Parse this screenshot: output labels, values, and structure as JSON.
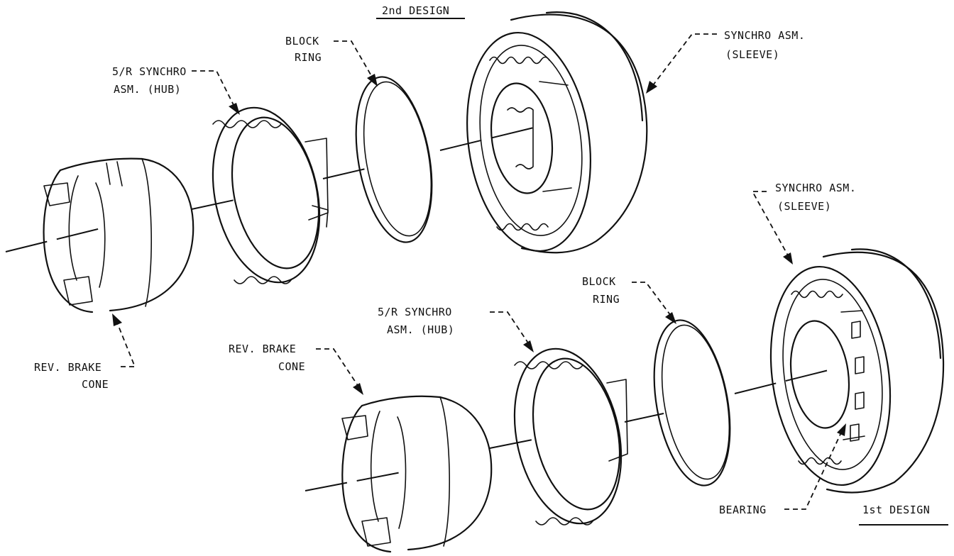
{
  "labels": {
    "design_2": "2nd DESIGN",
    "block_ring_top_1": "BLOCK",
    "block_ring_top_2": "RING",
    "synchro_sleeve_top_1": "SYNCHRO ASM.",
    "synchro_sleeve_top_2": "(SLEEVE)",
    "hub_top_1": "5/R SYNCHRO",
    "hub_top_2": "ASM. (HUB)",
    "brake_cone_top_1": "REV. BRAKE",
    "brake_cone_top_2": "CONE",
    "synchro_sleeve_bottom_1": "SYNCHRO ASM.",
    "synchro_sleeve_bottom_2": "(SLEEVE)",
    "block_ring_bottom_1": "BLOCK",
    "block_ring_bottom_2": "RING",
    "hub_bottom_1": "5/R SYNCHRO",
    "hub_bottom_2": "ASM. (HUB)",
    "brake_cone_bottom_1": "REV. BRAKE",
    "brake_cone_bottom_2": "CONE",
    "bearing": "BEARING",
    "design_1": "1st DESIGN"
  }
}
